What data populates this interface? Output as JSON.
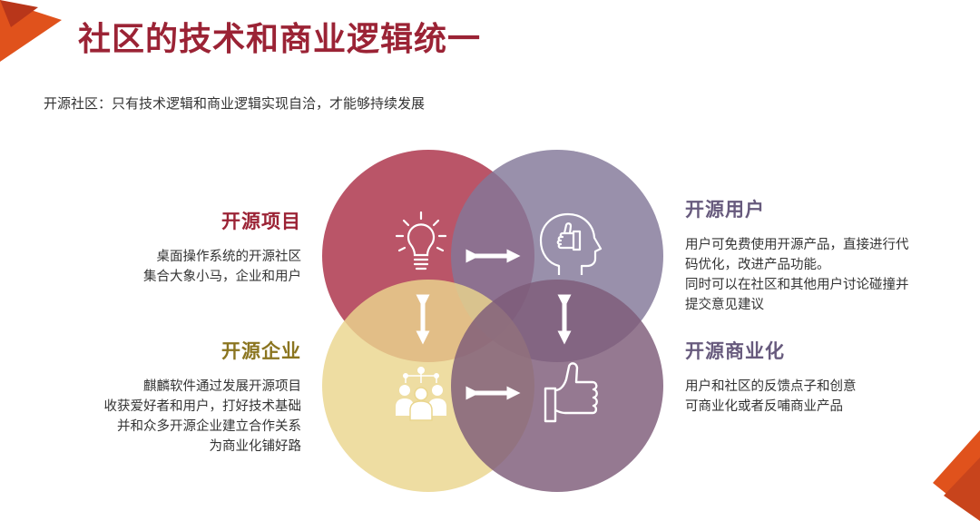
{
  "title": "社区的技术和商业逻辑统一",
  "subtitle": "开源社区：只有技术逻辑和商业逻辑实现自洽，才能够持续发展",
  "colors": {
    "brand_red": "#9b2335",
    "accent_orange": "#e0521c",
    "circle_red": "#b13d53",
    "circle_purple": "#827799",
    "circle_yellow": "#ead68e",
    "circle_mauve": "#7e5b79",
    "title_gold": "#8b7520",
    "title_purple": "#675a7d"
  },
  "quadrants": {
    "top_left": {
      "title": "开源项目",
      "icon": "lightbulb-icon",
      "lines": [
        "桌面操作系统的开源社区",
        "集合大象小马，企业和用户"
      ]
    },
    "top_right": {
      "title": "开源用户",
      "icon": "head-thumb-icon",
      "lines": [
        "用户可免费使用开源产品，直接进行代",
        "码优化，改进产品功能。",
        "同时可以在社区和其他用户讨论碰撞并",
        "提交意见建议"
      ]
    },
    "bottom_left": {
      "title": "开源企业",
      "icon": "team-network-icon",
      "lines": [
        "麒麟软件通过发展开源项目",
        "收获爱好者和用户，打好技术基础",
        "并和众多开源企业建立合作关系",
        "为商业化铺好路"
      ]
    },
    "bottom_right": {
      "title": "开源商业化",
      "icon": "thumbs-up-icon",
      "lines": [
        "用户和社区的反馈点子和创意",
        "可商业化或者反哺商业产品"
      ]
    }
  }
}
